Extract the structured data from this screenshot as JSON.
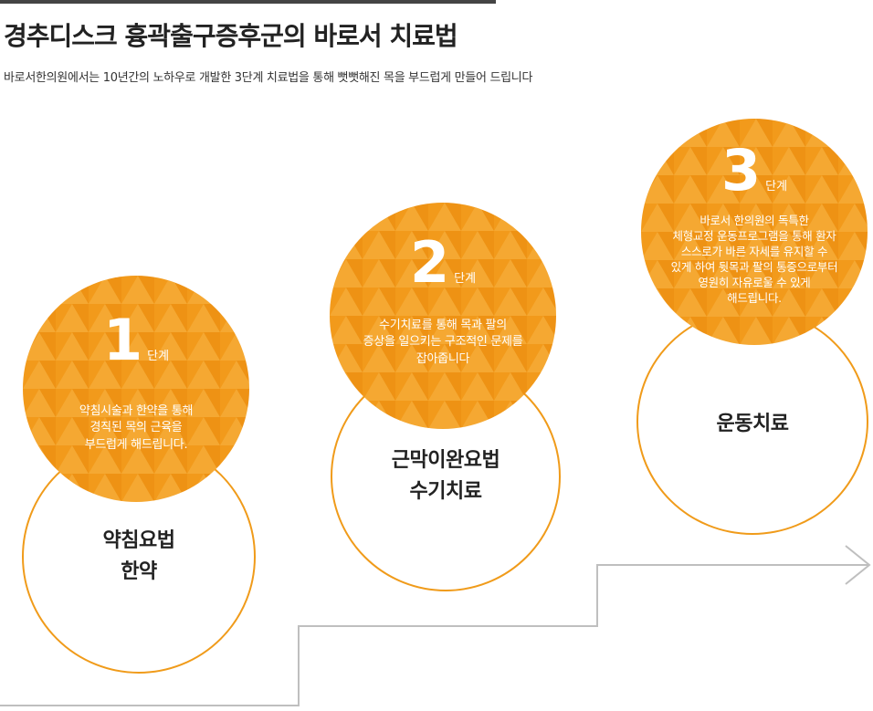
{
  "header": {
    "title": "경추디스크 흉곽출구증후군의 바로서 치료법",
    "subtitle": "바로서한의원에서는 10년간의 노하우로 개발한 3단계 치료법을 통해 뻣뻣해진 목을 부드럽게 만들어 드립니다"
  },
  "colors": {
    "accent": "#f09b1a",
    "accent_dark": "#e8870e",
    "line": "#bfbfbf"
  },
  "steps": [
    {
      "number": "1",
      "word": "단계",
      "desc": [
        "약침시술과 한약을 통해",
        "경직된 목의 근육을",
        "부드럽게 해드립니다."
      ],
      "treatment": [
        "약침요법",
        "한약"
      ]
    },
    {
      "number": "2",
      "word": "단계",
      "desc": [
        "수기치료를 통해 목과 팔의",
        "증상을 일으키는 구조적인 문제를",
        "잡아줍니다"
      ],
      "treatment": [
        "근막이완요법",
        "수기치료"
      ]
    },
    {
      "number": "3",
      "word": "단계",
      "desc": [
        "바로서 한의원의 독특한",
        "체형교정 운동프로그램을 통해 환자",
        "스스로가 바른 자세를 유지할 수",
        "있게 하여 뒷목과 팔의 통증으로부터",
        "영원히 자유로울 수 있게",
        "해드립니다."
      ],
      "treatment": [
        "운동치료"
      ]
    }
  ]
}
